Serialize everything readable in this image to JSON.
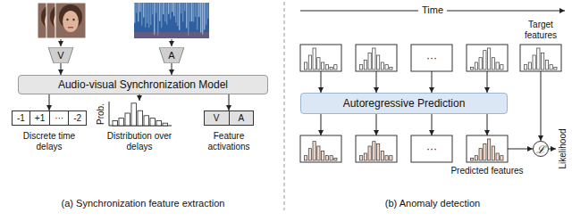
{
  "diagram": {
    "nodes": [
      {
        "text": [
          "V"
        ]
      },
      {
        "text": [
          "A"
        ]
      },
      {
        "text": [
          "Audio-visual Synchronization Model"
        ]
      },
      {
        "text": [
          "-1",
          "+1",
          "···",
          "-2"
        ]
      },
      {
        "text": [
          "V",
          "A"
        ]
      },
      {
        "text": [
          "Autoregressive Prediction"
        ]
      },
      {
        "text": [
          "ℒ"
        ]
      }
    ],
    "edges": [
      {
        "from": 0,
        "to": 2,
        "arrow": "to"
      },
      {
        "from": 1,
        "to": 2,
        "arrow": "to"
      },
      {
        "from": 2,
        "to": 3,
        "arrow": "to"
      },
      {
        "from": 2,
        "to": 4,
        "arrow": "to"
      }
    ],
    "labels": [
      "Discrete time delays",
      "Distribution over delays",
      "Feature activations",
      "Prob.",
      "(a) Synchronization feature extraction",
      "Time",
      "Target features",
      "···",
      "···",
      "Predicted features",
      "Likelihood",
      "(b) Anomaly detection"
    ]
  }
}
